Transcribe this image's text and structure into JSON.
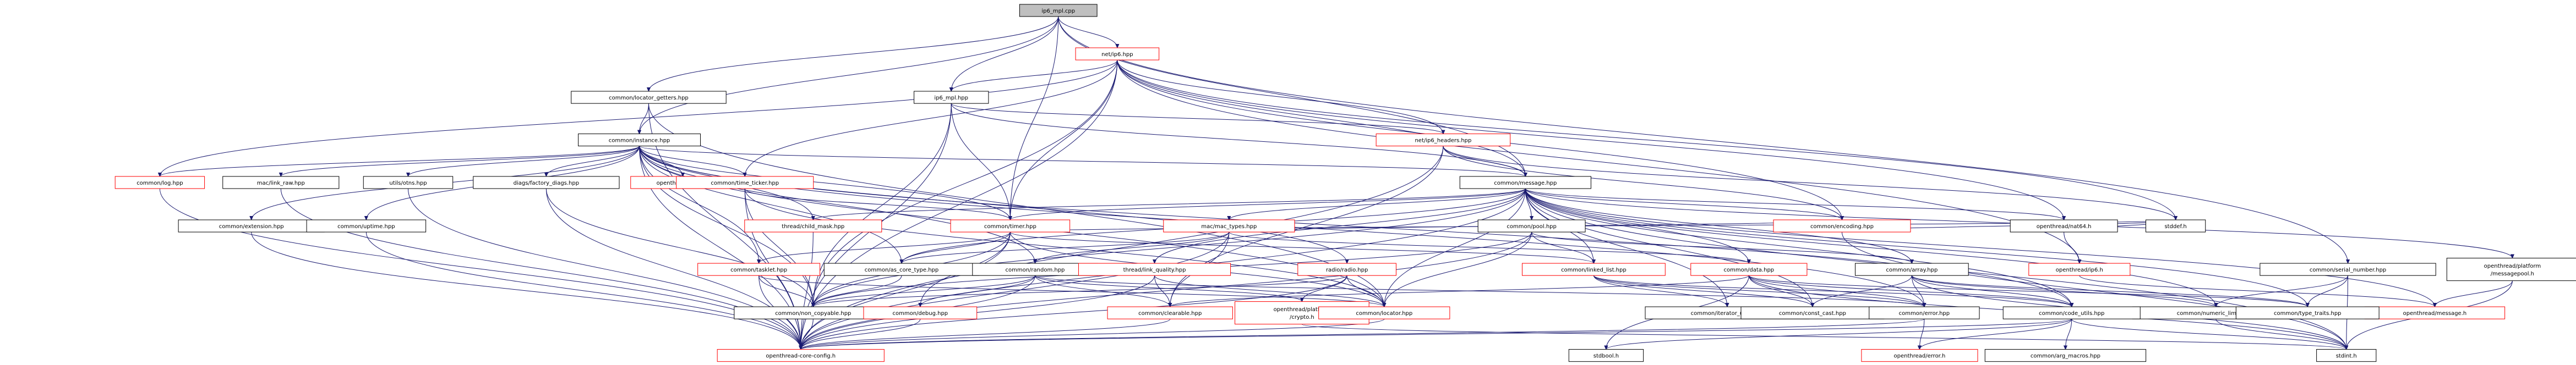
{
  "colors": {
    "root_fill": "#bfbfbf",
    "node_fill": "#ffffff",
    "node_border": "#000000",
    "linked_border": "#ff0000",
    "edge": "#191970",
    "text_dark": "#000000",
    "text_link": "#ff0000"
  },
  "graph": {
    "nodes": [
      {
        "id": "root",
        "label": "ip6_mpl.cpp",
        "kind": "root"
      },
      {
        "id": "net_ip6",
        "label": "net/ip6.hpp",
        "kind": "linked"
      },
      {
        "id": "locator_getters",
        "label": "common/locator_getters.hpp",
        "kind": "plain"
      },
      {
        "id": "ip6_mpl_hpp",
        "label": "ip6_mpl.hpp",
        "kind": "plain"
      },
      {
        "id": "instance",
        "label": "common/instance.hpp",
        "kind": "plain"
      },
      {
        "id": "ip6_headers",
        "label": "net/ip6_headers.hpp",
        "kind": "linked"
      },
      {
        "id": "log",
        "label": "common/log.hpp",
        "kind": "linked"
      },
      {
        "id": "link_raw",
        "label": "mac/link_raw.hpp",
        "kind": "plain"
      },
      {
        "id": "utils_otns",
        "label": "utils/otns.hpp",
        "kind": "plain"
      },
      {
        "id": "factory_diags",
        "label": "diags/factory_diags.hpp",
        "kind": "plain"
      },
      {
        "id": "heap",
        "label": "openthread/heap.h",
        "kind": "linked"
      },
      {
        "id": "time_ticker",
        "label": "common/time_ticker.hpp",
        "kind": "linked"
      },
      {
        "id": "message",
        "label": "common/message.hpp",
        "kind": "plain"
      },
      {
        "id": "child_mask",
        "label": "thread/child_mask.hpp",
        "kind": "linked"
      },
      {
        "id": "timer",
        "label": "common/timer.hpp",
        "kind": "linked"
      },
      {
        "id": "extension",
        "label": "common/extension.hpp",
        "kind": "plain"
      },
      {
        "id": "uptime",
        "label": "common/uptime.hpp",
        "kind": "plain"
      },
      {
        "id": "mac_types",
        "label": "mac/mac_types.hpp",
        "kind": "linked"
      },
      {
        "id": "pool",
        "label": "common/pool.hpp",
        "kind": "plain"
      },
      {
        "id": "encoding",
        "label": "common/encoding.hpp",
        "kind": "linked"
      },
      {
        "id": "nat64",
        "label": "openthread/nat64.h",
        "kind": "plain"
      },
      {
        "id": "serial_number",
        "label": "common/serial_number.hpp",
        "kind": "plain"
      },
      {
        "id": "platform_messagepool",
        "label": "openthread/platform\n/messagepool.h",
        "kind": "plain"
      },
      {
        "id": "tasklet",
        "label": "common/tasklet.hpp",
        "kind": "linked"
      },
      {
        "id": "as_core_type",
        "label": "common/as_core_type.hpp",
        "kind": "plain"
      },
      {
        "id": "random",
        "label": "common/random.hpp",
        "kind": "plain"
      },
      {
        "id": "link_quality",
        "label": "thread/link_quality.hpp",
        "kind": "linked"
      },
      {
        "id": "radio",
        "label": "radio/radio.hpp",
        "kind": "linked"
      },
      {
        "id": "linked_list",
        "label": "common/linked_list.hpp",
        "kind": "linked"
      },
      {
        "id": "data",
        "label": "common/data.hpp",
        "kind": "linked"
      },
      {
        "id": "array",
        "label": "common/array.hpp",
        "kind": "plain"
      },
      {
        "id": "ot_ip6",
        "label": "openthread/ip6.h",
        "kind": "linked"
      },
      {
        "id": "stddef",
        "label": "stddef.h",
        "kind": "plain"
      },
      {
        "id": "numeric_limits",
        "label": "common/numeric_limits.hpp",
        "kind": "plain"
      },
      {
        "id": "ot_message",
        "label": "openthread/message.h",
        "kind": "linked"
      },
      {
        "id": "non_copyable",
        "label": "common/non_copyable.hpp",
        "kind": "plain"
      },
      {
        "id": "debug",
        "label": "common/debug.hpp",
        "kind": "linked"
      },
      {
        "id": "clearable",
        "label": "common/clearable.hpp",
        "kind": "linked"
      },
      {
        "id": "platform_crypto",
        "label": "openthread/platform\n/crypto.h",
        "kind": "linked"
      },
      {
        "id": "locator",
        "label": "common/locator.hpp",
        "kind": "linked"
      },
      {
        "id": "iterator_utils",
        "label": "common/iterator_utils.hpp",
        "kind": "plain"
      },
      {
        "id": "const_cast",
        "label": "common/const_cast.hpp",
        "kind": "plain"
      },
      {
        "id": "error",
        "label": "common/error.hpp",
        "kind": "plain"
      },
      {
        "id": "code_utils",
        "label": "common/code_utils.hpp",
        "kind": "plain"
      },
      {
        "id": "type_traits",
        "label": "common/type_traits.hpp",
        "kind": "plain"
      },
      {
        "id": "core_config",
        "label": "openthread-core-config.h",
        "kind": "linked"
      },
      {
        "id": "stdbool",
        "label": "stdbool.h",
        "kind": "plain"
      },
      {
        "id": "ot_error",
        "label": "openthread/error.h",
        "kind": "linked"
      },
      {
        "id": "arg_macros",
        "label": "common/arg_macros.hpp",
        "kind": "plain"
      },
      {
        "id": "stdint",
        "label": "stdint.h",
        "kind": "plain"
      }
    ],
    "edges": [
      [
        "root",
        "net_ip6"
      ],
      [
        "root",
        "locator_getters"
      ],
      [
        "root",
        "ip6_mpl_hpp"
      ],
      [
        "root",
        "instance"
      ],
      [
        "root",
        "message"
      ],
      [
        "root",
        "serial_number"
      ],
      [
        "root",
        "timer"
      ],
      [
        "net_ip6",
        "ip6_mpl_hpp"
      ],
      [
        "net_ip6",
        "ip6_headers"
      ],
      [
        "net_ip6",
        "message"
      ],
      [
        "net_ip6",
        "timer"
      ],
      [
        "net_ip6",
        "time_ticker"
      ],
      [
        "net_ip6",
        "log"
      ],
      [
        "net_ip6",
        "nat64"
      ],
      [
        "net_ip6",
        "ot_ip6"
      ],
      [
        "net_ip6",
        "stddef"
      ],
      [
        "net_ip6",
        "encoding"
      ],
      [
        "net_ip6",
        "core_config"
      ],
      [
        "net_ip6",
        "non_copyable"
      ],
      [
        "locator_getters",
        "instance"
      ],
      [
        "locator_getters",
        "core_config"
      ],
      [
        "locator_getters",
        "locator"
      ],
      [
        "ip6_mpl_hpp",
        "ip6_headers"
      ],
      [
        "ip6_mpl_hpp",
        "message"
      ],
      [
        "ip6_mpl_hpp",
        "timer"
      ],
      [
        "ip6_mpl_hpp",
        "core_config"
      ],
      [
        "ip6_mpl_hpp",
        "non_copyable"
      ],
      [
        "instance",
        "log"
      ],
      [
        "instance",
        "link_raw"
      ],
      [
        "instance",
        "utils_otns"
      ],
      [
        "instance",
        "factory_diags"
      ],
      [
        "instance",
        "heap"
      ],
      [
        "instance",
        "time_ticker"
      ],
      [
        "instance",
        "message"
      ],
      [
        "instance",
        "child_mask"
      ],
      [
        "instance",
        "timer"
      ],
      [
        "instance",
        "extension"
      ],
      [
        "instance",
        "uptime"
      ],
      [
        "instance",
        "tasklet"
      ],
      [
        "instance",
        "as_core_type"
      ],
      [
        "instance",
        "random"
      ],
      [
        "instance",
        "non_copyable"
      ],
      [
        "instance",
        "core_config"
      ],
      [
        "instance",
        "locator"
      ],
      [
        "instance",
        "error"
      ],
      [
        "instance",
        "code_utils"
      ],
      [
        "instance",
        "radio"
      ],
      [
        "ip6_headers",
        "message"
      ],
      [
        "ip6_headers",
        "encoding"
      ],
      [
        "ip6_headers",
        "core_config"
      ],
      [
        "ip6_headers",
        "stddef"
      ],
      [
        "ip6_headers",
        "clearable"
      ],
      [
        "log",
        "core_config"
      ],
      [
        "link_raw",
        "core_config"
      ],
      [
        "utils_otns",
        "core_config"
      ],
      [
        "factory_diags",
        "core_config"
      ],
      [
        "factory_diags",
        "non_copyable"
      ],
      [
        "time_ticker",
        "timer"
      ],
      [
        "time_ticker",
        "core_config"
      ],
      [
        "time_ticker",
        "locator"
      ],
      [
        "time_ticker",
        "non_copyable"
      ],
      [
        "message",
        "child_mask"
      ],
      [
        "message",
        "timer"
      ],
      [
        "message",
        "mac_types"
      ],
      [
        "message",
        "pool"
      ],
      [
        "message",
        "encoding"
      ],
      [
        "message",
        "nat64"
      ],
      [
        "message",
        "platform_messagepool"
      ],
      [
        "message",
        "linked_list"
      ],
      [
        "message",
        "data"
      ],
      [
        "message",
        "array"
      ],
      [
        "message",
        "link_quality"
      ],
      [
        "message",
        "as_core_type"
      ],
      [
        "message",
        "locator"
      ],
      [
        "message",
        "code_utils"
      ],
      [
        "message",
        "type_traits"
      ],
      [
        "message",
        "core_config"
      ],
      [
        "message",
        "non_copyable"
      ],
      [
        "message",
        "stdint"
      ],
      [
        "message",
        "ot_message"
      ],
      [
        "message",
        "const_cast"
      ],
      [
        "message",
        "iterator_utils"
      ],
      [
        "message",
        "numeric_limits"
      ],
      [
        "child_mask",
        "core_config"
      ],
      [
        "timer",
        "tasklet"
      ],
      [
        "timer",
        "as_core_type"
      ],
      [
        "timer",
        "debug"
      ],
      [
        "timer",
        "linked_list"
      ],
      [
        "timer",
        "locator"
      ],
      [
        "timer",
        "non_copyable"
      ],
      [
        "timer",
        "core_config"
      ],
      [
        "timer",
        "stddef"
      ],
      [
        "extension",
        "core_config"
      ],
      [
        "uptime",
        "core_config"
      ],
      [
        "mac_types",
        "data"
      ],
      [
        "mac_types",
        "encoding"
      ],
      [
        "mac_types",
        "clearable"
      ],
      [
        "mac_types",
        "as_core_type"
      ],
      [
        "mac_types",
        "core_config"
      ],
      [
        "mac_types",
        "random"
      ],
      [
        "pool",
        "linked_list"
      ],
      [
        "pool",
        "array"
      ],
      [
        "pool",
        "locator"
      ],
      [
        "pool",
        "non_copyable"
      ],
      [
        "pool",
        "core_config"
      ],
      [
        "encoding",
        "stdint"
      ],
      [
        "encoding",
        "stddef"
      ],
      [
        "nat64",
        "ot_ip6"
      ],
      [
        "nat64",
        "stddef"
      ],
      [
        "serial_number",
        "numeric_limits"
      ],
      [
        "serial_number",
        "stdint"
      ],
      [
        "serial_number",
        "type_traits"
      ],
      [
        "platform_messagepool",
        "ot_message"
      ],
      [
        "platform_messagepool",
        "stdint"
      ],
      [
        "tasklet",
        "non_copyable"
      ],
      [
        "tasklet",
        "locator"
      ],
      [
        "tasklet",
        "core_config"
      ],
      [
        "as_core_type",
        "non_copyable"
      ],
      [
        "random",
        "debug"
      ],
      [
        "random",
        "core_config"
      ],
      [
        "random",
        "platform_crypto"
      ],
      [
        "random",
        "non_copyable"
      ],
      [
        "random",
        "clearable"
      ],
      [
        "random",
        "error"
      ],
      [
        "link_quality",
        "clearable"
      ],
      [
        "link_quality",
        "locator"
      ],
      [
        "link_quality",
        "core_config"
      ],
      [
        "radio",
        "locator"
      ],
      [
        "radio",
        "platform_crypto"
      ],
      [
        "radio",
        "core_config"
      ],
      [
        "radio",
        "non_copyable"
      ],
      [
        "linked_list",
        "iterator_utils"
      ],
      [
        "linked_list",
        "const_cast"
      ],
      [
        "linked_list",
        "error"
      ],
      [
        "linked_list",
        "code_utils"
      ],
      [
        "data",
        "clearable"
      ],
      [
        "data",
        "code_utils"
      ],
      [
        "data",
        "const_cast"
      ],
      [
        "data",
        "error"
      ],
      [
        "data",
        "type_traits"
      ],
      [
        "data",
        "stdbool"
      ],
      [
        "data",
        "stdint"
      ],
      [
        "array",
        "code_utils"
      ],
      [
        "array",
        "const_cast"
      ],
      [
        "array",
        "error"
      ],
      [
        "array",
        "numeric_limits"
      ],
      [
        "array",
        "type_traits"
      ],
      [
        "array",
        "stdint"
      ],
      [
        "ot_ip6",
        "ot_message"
      ],
      [
        "numeric_limits",
        "stdint"
      ],
      [
        "debug",
        "core_config"
      ],
      [
        "clearable",
        "core_config"
      ],
      [
        "platform_crypto",
        "stdint"
      ],
      [
        "locator",
        "core_config"
      ],
      [
        "error",
        "ot_error"
      ],
      [
        "error",
        "core_config"
      ],
      [
        "code_utils",
        "arg_macros"
      ],
      [
        "code_utils",
        "stdbool"
      ],
      [
        "code_utils",
        "ot_error"
      ],
      [
        "code_utils",
        "core_config"
      ],
      [
        "code_utils",
        "stdint"
      ],
      [
        "non_copyable",
        "core_config"
      ]
    ]
  }
}
